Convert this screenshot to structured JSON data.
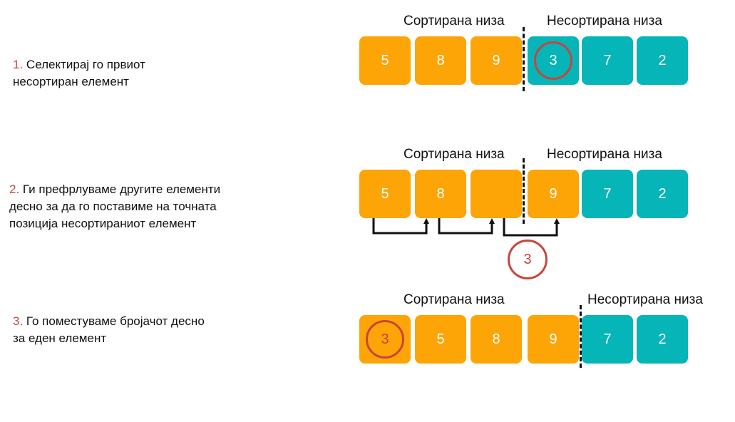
{
  "steps": [
    {
      "num": "1.",
      "line1": "Селектирај го првиот",
      "line2": "несортиран елемент"
    },
    {
      "num": "2.",
      "line1": "Ги префрлуваме другите елементи",
      "line2": "десно за да го поставиме на точната",
      "line3": "позиција несортираниот елемент"
    },
    {
      "num": "3.",
      "line1": "Го поместуваме бројачот десно",
      "line2": "за еден елемент"
    }
  ],
  "labels": {
    "sorted": "Сортирана низа",
    "unsorted": "Несортирана низа"
  },
  "rows": [
    {
      "values": [
        "5",
        "8",
        "9",
        "3",
        "7",
        "2"
      ],
      "colors": [
        "orange",
        "orange",
        "orange",
        "teal",
        "teal",
        "teal"
      ],
      "highlight_index": 3
    },
    {
      "values": [
        "5",
        "8",
        "",
        "9",
        "7",
        "2"
      ],
      "colors": [
        "orange",
        "orange",
        "orange",
        "orange",
        "teal",
        "teal"
      ],
      "floating_value": "3"
    },
    {
      "values": [
        "3",
        "5",
        "8",
        "9",
        "7",
        "2"
      ],
      "colors": [
        "orange",
        "orange",
        "orange",
        "orange",
        "teal",
        "teal"
      ],
      "highlight_index": 0
    }
  ],
  "colors": {
    "sorted": "#fda407",
    "unsorted": "#05b5b7",
    "highlight": "#c8453c"
  }
}
